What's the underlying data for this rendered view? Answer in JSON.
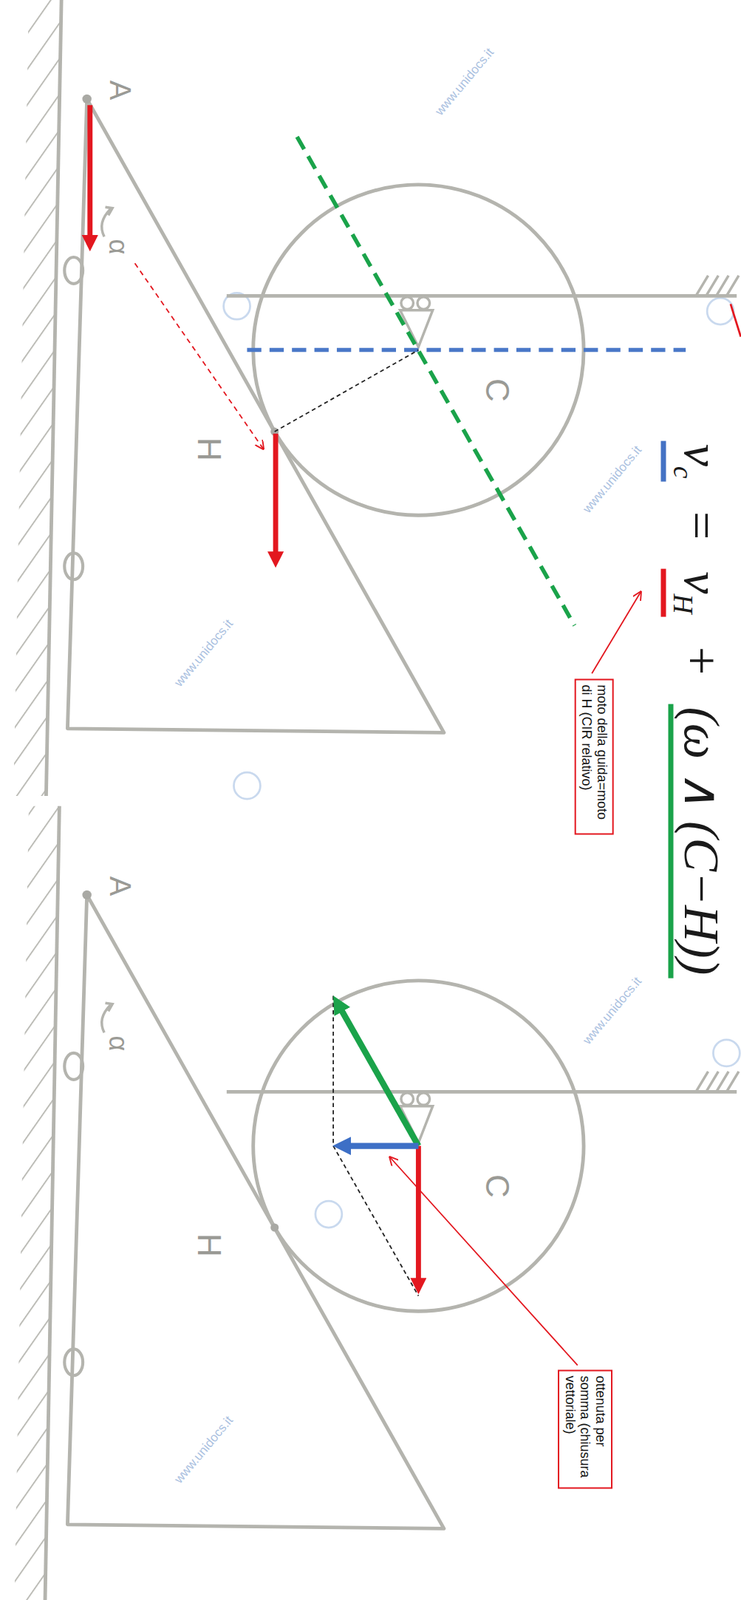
{
  "diagram": {
    "nodes": [
      {
        "text": [
          "moto della guida=moto di H (CIR relativo)"
        ]
      },
      {
        "text": [
          "ottenuta per somma (chiusura vettoriale)"
        ]
      }
    ],
    "labels": [
      "A",
      "α",
      "C",
      "H",
      "v",
      "c",
      "=",
      "v",
      "H",
      "+",
      "(ω ∧ (C−H))",
      "A",
      "α",
      "C",
      "H",
      "www.unidocs.it",
      "www.unidocs.it",
      "www.unidocs.it",
      "www.unidocs.it",
      "www.unidocs.it"
    ]
  }
}
